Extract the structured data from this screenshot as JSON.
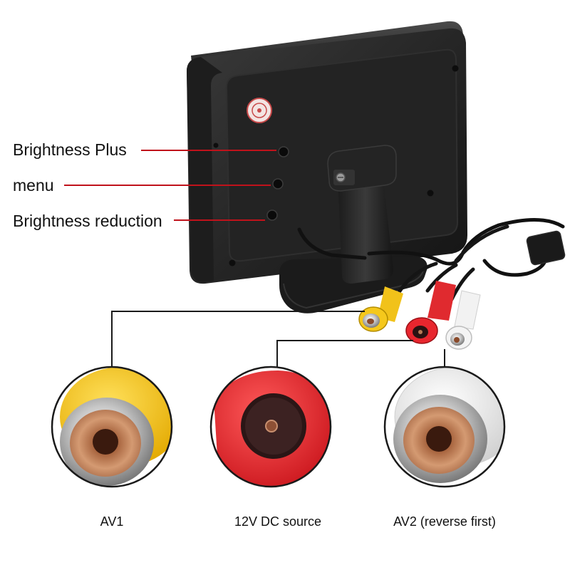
{
  "image": {
    "subject": "monitor-rear-with-connectors",
    "background_color": "#ffffff"
  },
  "callouts": {
    "brightness_plus": "Brightness Plus",
    "menu": "menu",
    "brightness_reduction": "Brightness reduction",
    "line_color": "#c0121b"
  },
  "connectors": {
    "av1": {
      "caption": "AV1",
      "color": "#f4c516"
    },
    "dc": {
      "caption": "12V DC source",
      "color": "#e8262e"
    },
    "av2": {
      "caption": "AV2 (reverse first)",
      "color": "#efefef"
    },
    "leader_color": "#1a1a1a"
  }
}
